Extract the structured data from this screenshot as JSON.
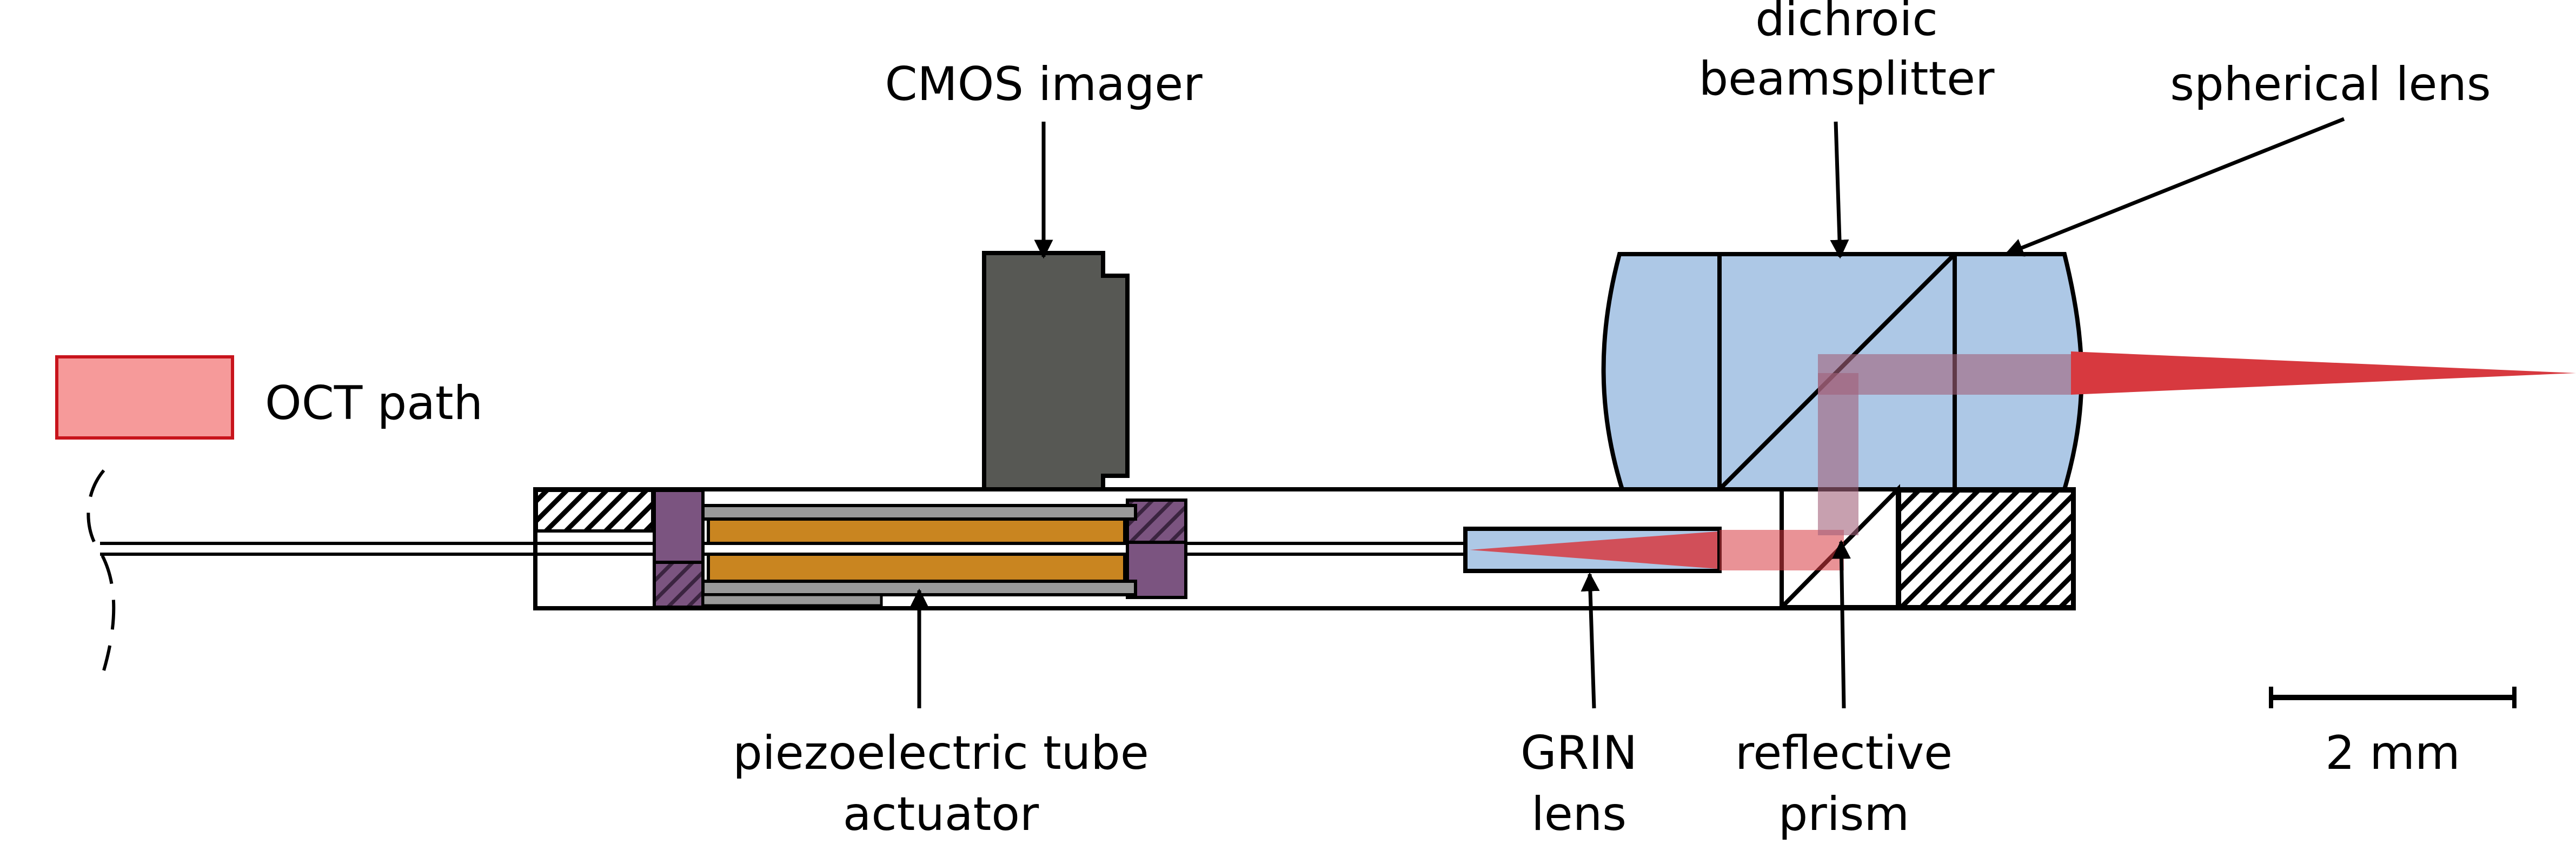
{
  "labels": {
    "cmos_imager": "CMOS imager",
    "dichroic_line1": "dichroic",
    "dichroic_line2": "beamsplitter",
    "spherical_lens": "spherical lens",
    "oct_path": "OCT path",
    "piezo_line1": "piezoelectric tube",
    "piezo_line2": "actuator",
    "grin_line1": "GRIN",
    "grin_line2": "lens",
    "prism_line1": "reflective",
    "prism_line2": "prism",
    "scale_bar": "2 mm"
  },
  "colors": {
    "oct_beam": "#d7393f",
    "legend_fill": "#f69a9a",
    "legend_stroke": "#c8141c",
    "optics_blue": "#adc8e6",
    "imager_gray": "#575854",
    "piezo_orange": "#c98520",
    "piezo_gray": "#9a9a9a",
    "mount_purple": "#7b5480",
    "outline": "#000000"
  }
}
